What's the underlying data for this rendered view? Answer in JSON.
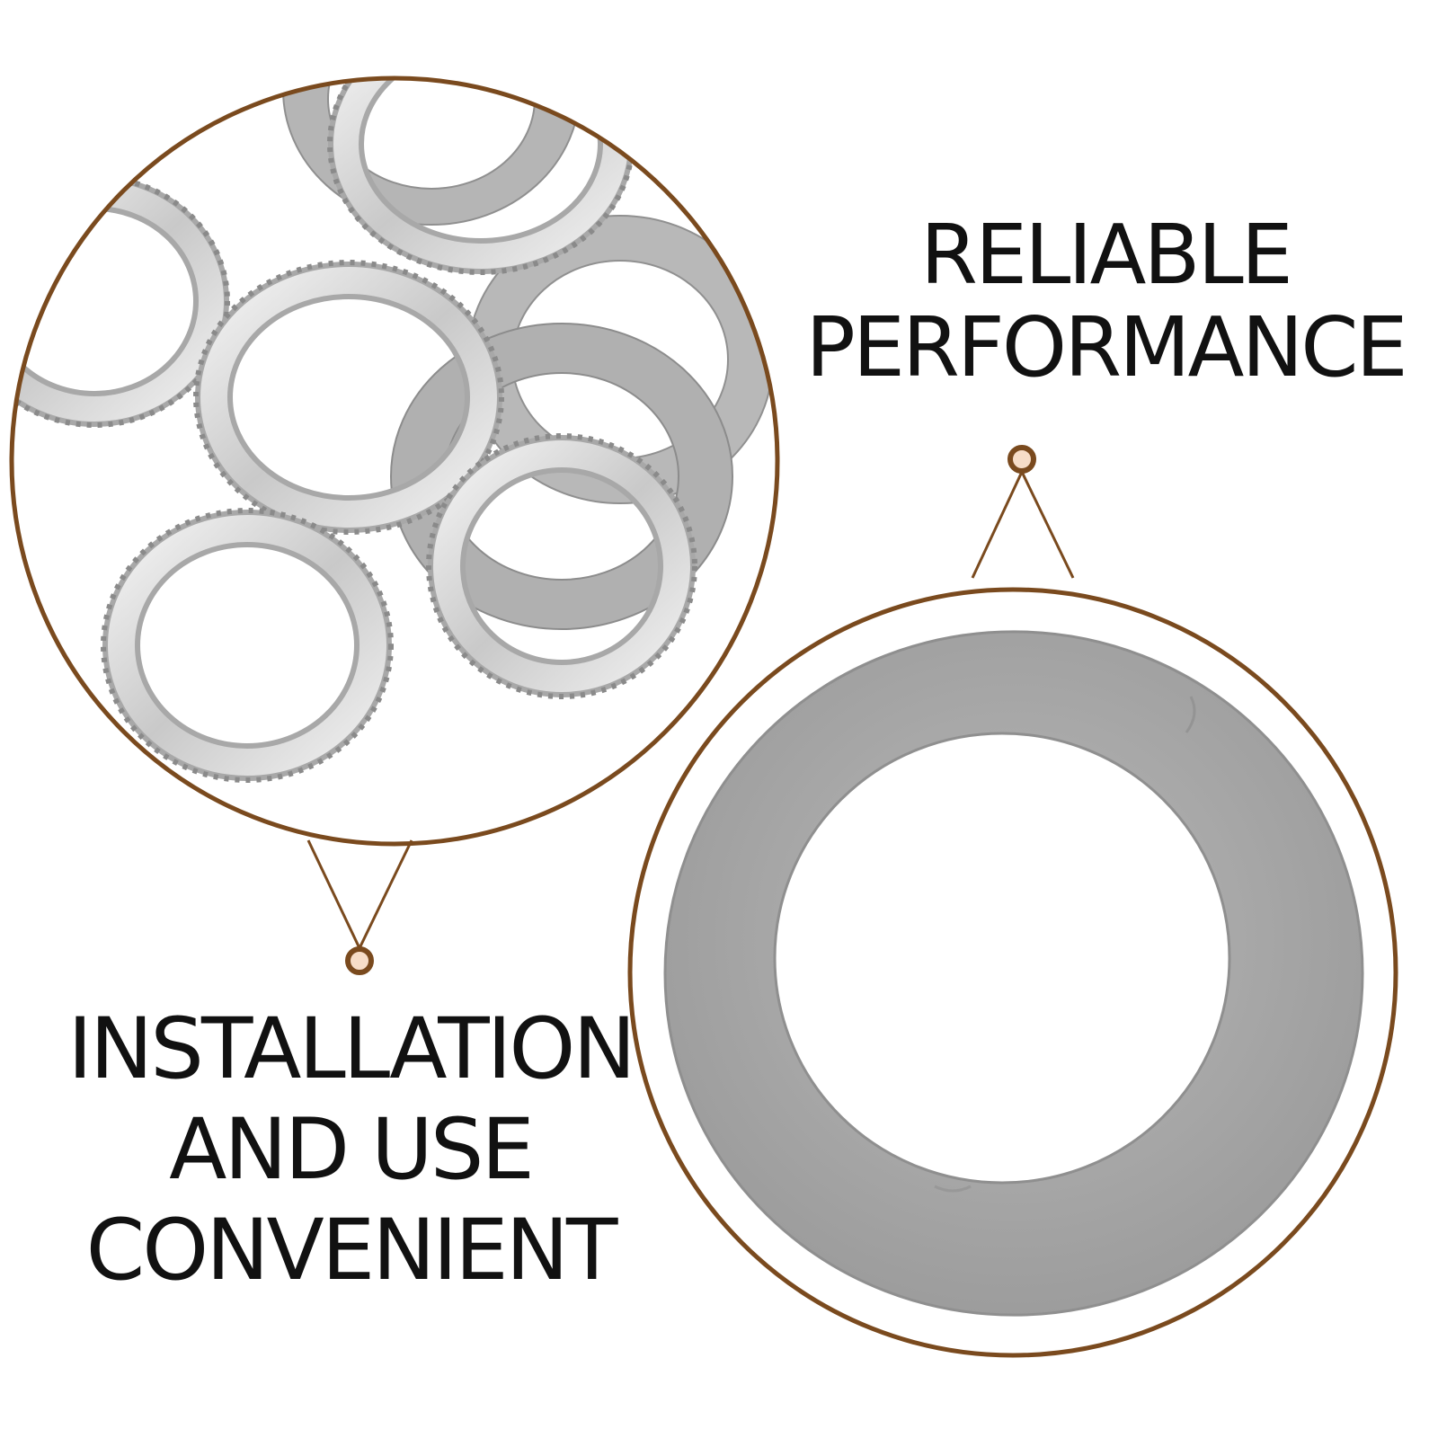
{
  "captions": {
    "top_right": [
      "RELIABLE",
      "PERFORMANCE"
    ],
    "bottom_left": [
      "INSTALLATION",
      "AND USE",
      "CONVENIENT"
    ]
  },
  "colors": {
    "frame": "#7a4a1e",
    "dot_fill": "#f7ddc8",
    "washer": "#a9a9a9",
    "washer_edge": "#8f8f8f",
    "nut_light": "#e9e9e9",
    "nut_dark": "#9c9c9c",
    "text": "#111111"
  },
  "icons": {
    "callout": "pin-dot-icon"
  }
}
